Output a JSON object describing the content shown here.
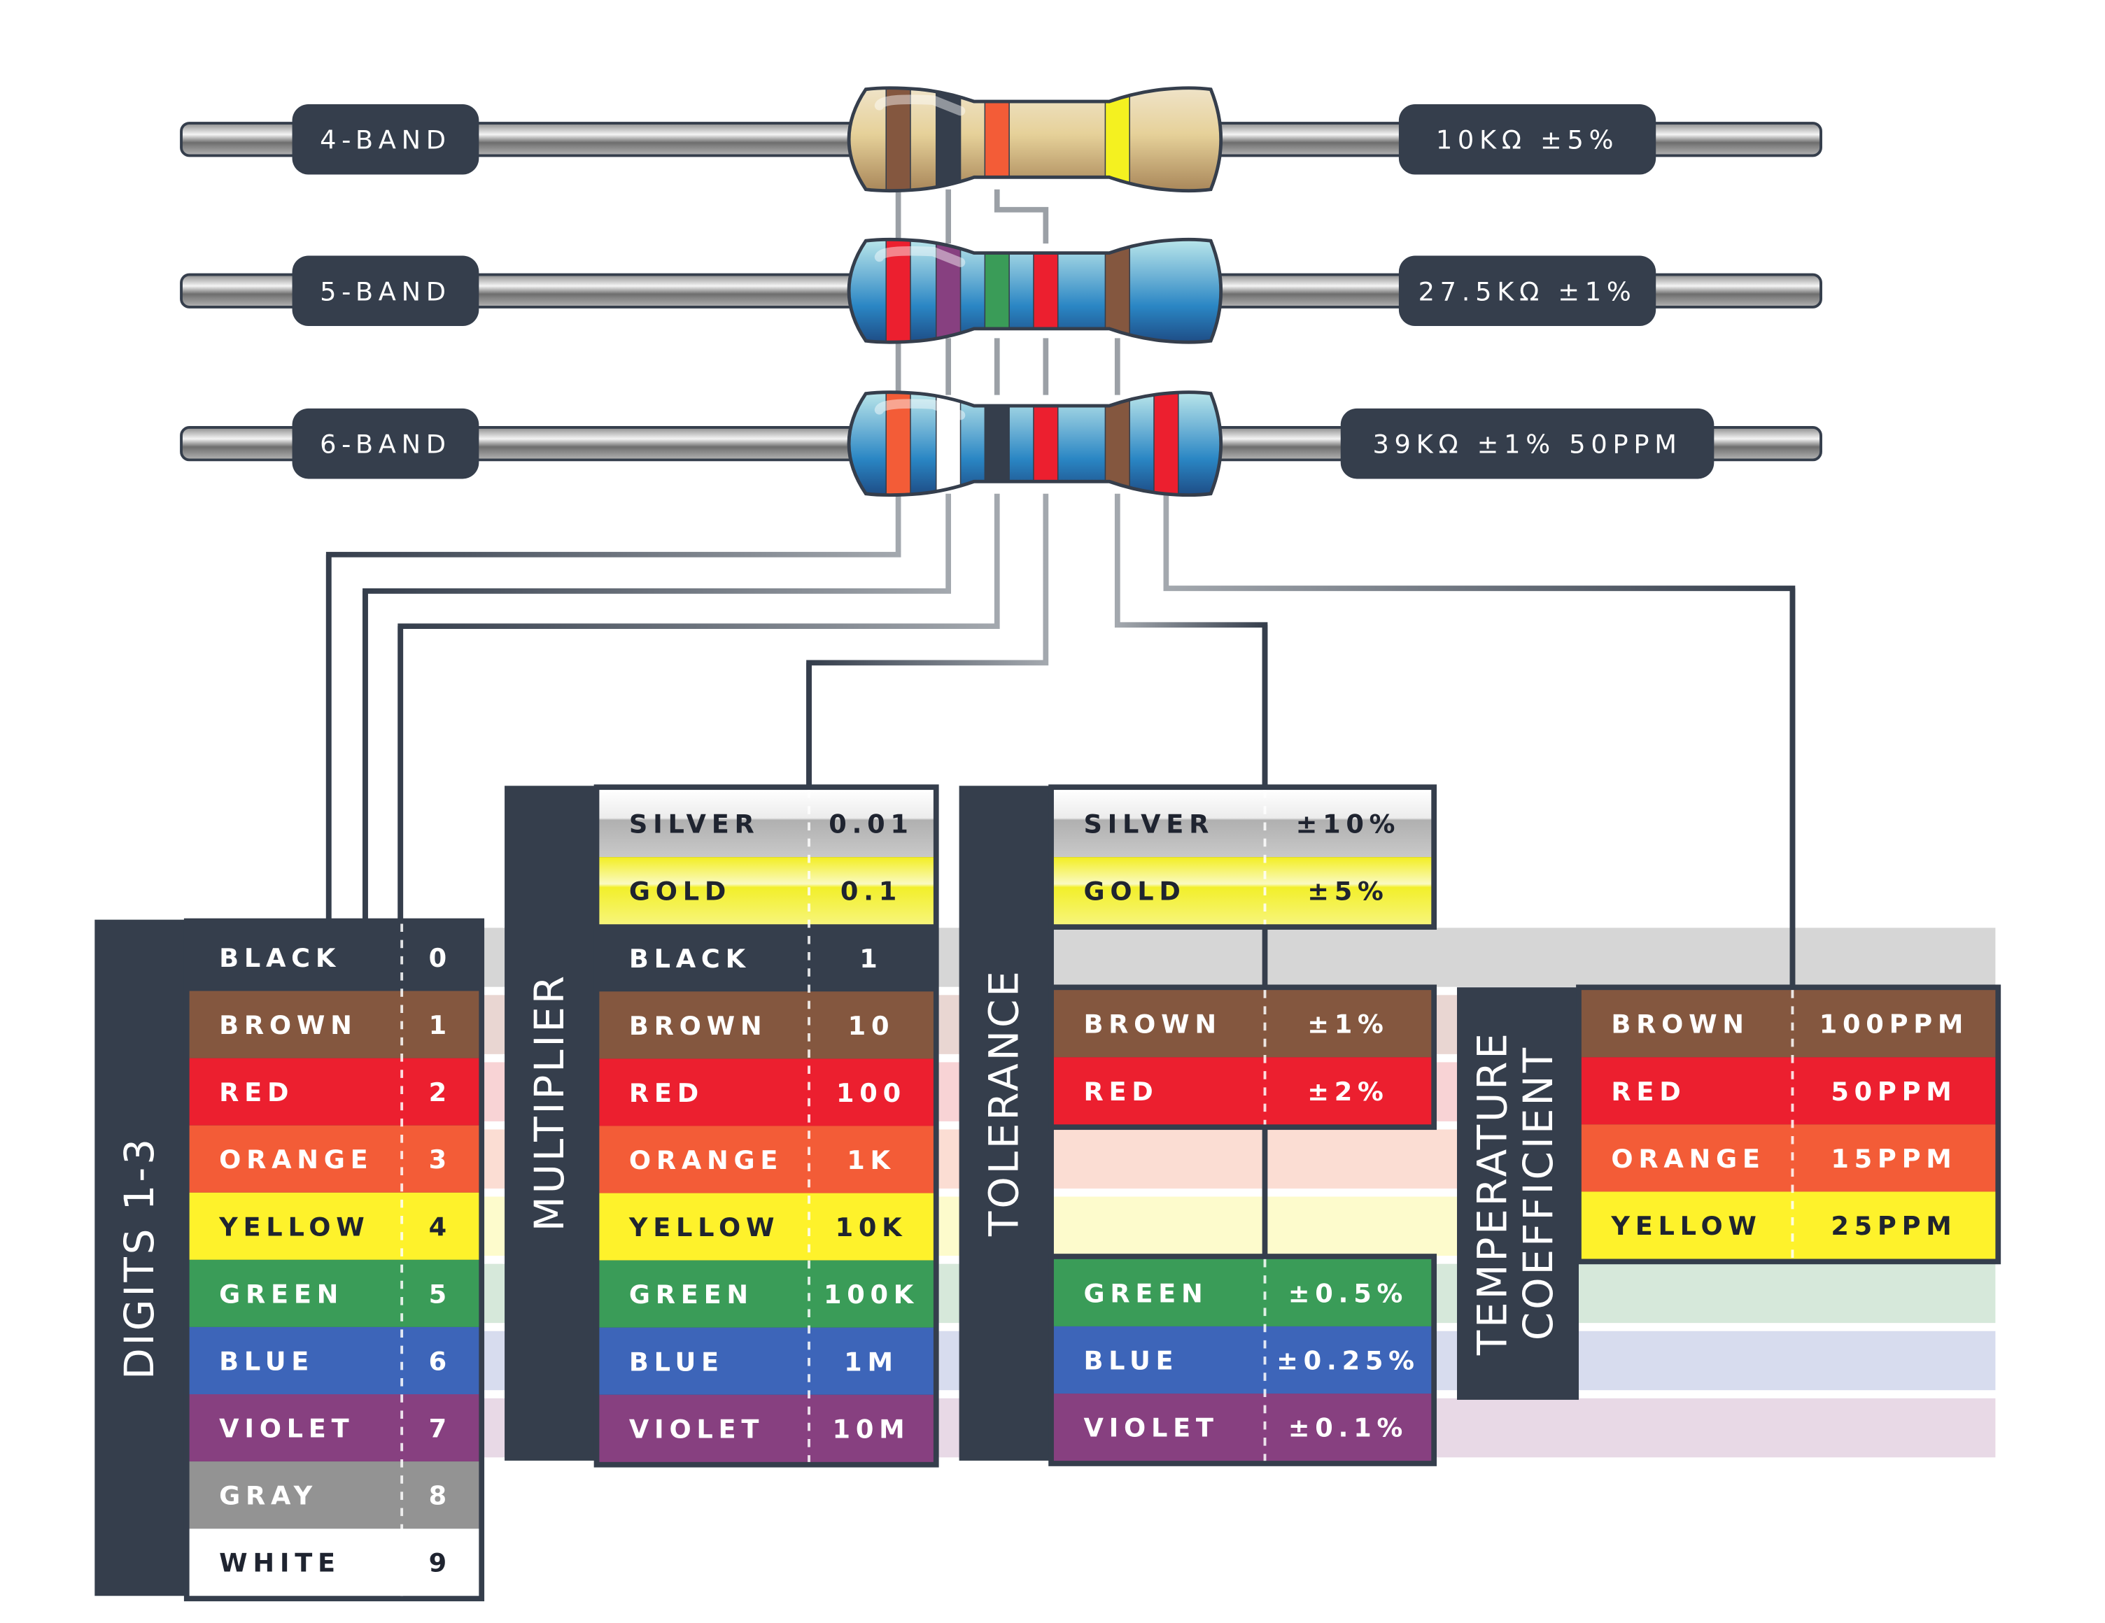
{
  "resistors": [
    {
      "id": "four-band",
      "type_label": "4-BAND",
      "value_label": "10KΩ  ±5%",
      "body": "tan",
      "bands": [
        "brown",
        "black",
        "orange",
        "gold"
      ]
    },
    {
      "id": "five-band",
      "type_label": "5-BAND",
      "value_label": "27.5KΩ  ±1%",
      "body": "blue",
      "bands": [
        "red",
        "violet",
        "green",
        "red",
        "brown"
      ]
    },
    {
      "id": "six-band",
      "type_label": "6-BAND",
      "value_label": "39KΩ  ±1% 50PPM",
      "body": "blue",
      "bands": [
        "orange",
        "white",
        "black",
        "red",
        "brown",
        "red"
      ]
    }
  ],
  "colors": {
    "silver": "#c0c0c0",
    "gold": "#f3f36a",
    "black": "#353e4c",
    "brown": "#84573f",
    "red": "#ec1f2f",
    "orange": "#f35c37",
    "yellow": "#fef22b",
    "green": "#3a9c58",
    "blue": "#3d65b9",
    "violet": "#874080",
    "gray": "#939393",
    "white": "#ffffff",
    "panel": "#353e4c",
    "wire": "#9ba0a6"
  },
  "tables": {
    "digits": {
      "title": "DIGITS 1-3",
      "rows": [
        {
          "color": "black",
          "name": "BLACK",
          "value": "0"
        },
        {
          "color": "brown",
          "name": "BROWN",
          "value": "1"
        },
        {
          "color": "red",
          "name": "RED",
          "value": "2"
        },
        {
          "color": "orange",
          "name": "ORANGE",
          "value": "3"
        },
        {
          "color": "yellow",
          "name": "YELLOW",
          "value": "4"
        },
        {
          "color": "green",
          "name": "GREEN",
          "value": "5"
        },
        {
          "color": "blue",
          "name": "BLUE",
          "value": "6"
        },
        {
          "color": "violet",
          "name": "VIOLET",
          "value": "7"
        },
        {
          "color": "gray",
          "name": "GRAY",
          "value": "8"
        },
        {
          "color": "white",
          "name": "WHITE",
          "value": "9"
        }
      ]
    },
    "multiplier": {
      "title": "MULTIPLIER",
      "rows": [
        {
          "color": "silver",
          "name": "SILVER",
          "value": "0.01"
        },
        {
          "color": "gold",
          "name": "GOLD",
          "value": "0.1"
        },
        {
          "color": "black",
          "name": "BLACK",
          "value": "1"
        },
        {
          "color": "brown",
          "name": "BROWN",
          "value": "10"
        },
        {
          "color": "red",
          "name": "RED",
          "value": "100"
        },
        {
          "color": "orange",
          "name": "ORANGE",
          "value": "1K"
        },
        {
          "color": "yellow",
          "name": "YELLOW",
          "value": "10K"
        },
        {
          "color": "green",
          "name": "GREEN",
          "value": "100K"
        },
        {
          "color": "blue",
          "name": "BLUE",
          "value": "1M"
        },
        {
          "color": "violet",
          "name": "VIOLET",
          "value": "10M"
        }
      ]
    },
    "tolerance": {
      "title": "TOLERANCE",
      "rows": [
        {
          "color": "silver",
          "name": "SILVER",
          "value": "±10%"
        },
        {
          "color": "gold",
          "name": "GOLD",
          "value": "±5%"
        },
        {
          "color": "brown",
          "name": "BROWN",
          "value": "±1%"
        },
        {
          "color": "red",
          "name": "RED",
          "value": "±2%"
        },
        {
          "color": "green",
          "name": "GREEN",
          "value": "±0.5%"
        },
        {
          "color": "blue",
          "name": "BLUE",
          "value": "±0.25%"
        },
        {
          "color": "violet",
          "name": "VIOLET",
          "value": "±0.1%"
        }
      ]
    },
    "tempco": {
      "title_line1": "TEMPERATURE",
      "title_line2": "COEFFICIENT",
      "rows": [
        {
          "color": "brown",
          "name": "BROWN",
          "value": "100PPM"
        },
        {
          "color": "red",
          "name": "RED",
          "value": "50PPM"
        },
        {
          "color": "orange",
          "name": "ORANGE",
          "value": "15PPM"
        },
        {
          "color": "yellow",
          "name": "YELLOW",
          "value": "25PPM"
        }
      ]
    }
  }
}
